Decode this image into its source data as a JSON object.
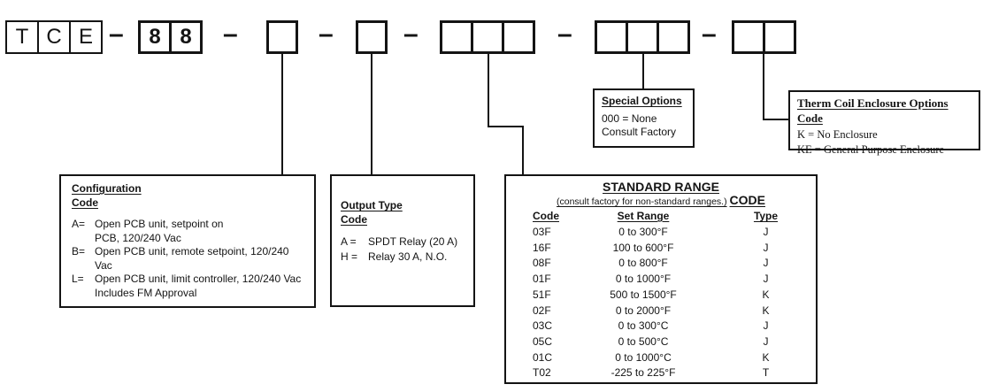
{
  "model_code": {
    "prefix_boxes": [
      "T",
      "C",
      "E"
    ],
    "series_boxes": [
      "8",
      "8"
    ],
    "dash": "–"
  },
  "configuration": {
    "title_line1": "Configuration",
    "title_line2": "Code",
    "items": [
      {
        "code": "A=",
        "desc": "Open PCB unit, setpoint on\nPCB, 120/240 Vac"
      },
      {
        "code": "B=",
        "desc": "Open PCB unit, remote setpoint, 120/240 Vac"
      },
      {
        "code": "L=",
        "desc": "Open PCB unit, limit controller, 120/240 Vac\nIncludes FM Approval"
      }
    ]
  },
  "output_type": {
    "title_line1": "Output Type",
    "title_line2": "Code",
    "items": [
      {
        "code": "A =",
        "desc": "SPDT Relay (20 A)"
      },
      {
        "code": "H =",
        "desc": "Relay 30 A, N.O."
      }
    ]
  },
  "special_options": {
    "title": "Special Options",
    "lines": [
      "000 = None",
      "Consult Factory"
    ]
  },
  "enclosure": {
    "title": "Therm Coil Enclosure Options Code",
    "lines": [
      "K = No Enclosure",
      "KE = General Purpose Enclosure"
    ]
  },
  "standard_range": {
    "title": "STANDARD RANGE",
    "subtitle": "(consult factory for non-standard ranges.)",
    "subtitle_suffix": "CODE",
    "headers": {
      "code": "Code",
      "set_range": "Set Range",
      "type": "Type"
    },
    "rows": [
      {
        "code": "03F",
        "set_range": "0 to 300°F",
        "type": "J"
      },
      {
        "code": "16F",
        "set_range": "100 to 600°F",
        "type": "J"
      },
      {
        "code": "08F",
        "set_range": "0 to 800°F",
        "type": "J"
      },
      {
        "code": "01F",
        "set_range": "0 to 1000°F",
        "type": "J"
      },
      {
        "code": "51F",
        "set_range": "500 to 1500°F",
        "type": "K"
      },
      {
        "code": "02F",
        "set_range": "0 to 2000°F",
        "type": "K"
      },
      {
        "code": "03C",
        "set_range": "0 to 300°C",
        "type": "J"
      },
      {
        "code": "05C",
        "set_range": "0 to 500°C",
        "type": "J"
      },
      {
        "code": "01C",
        "set_range": "0 to 1000°C",
        "type": "K"
      },
      {
        "code": "T02",
        "set_range": "-225 to 225°F",
        "type": "T"
      }
    ]
  }
}
